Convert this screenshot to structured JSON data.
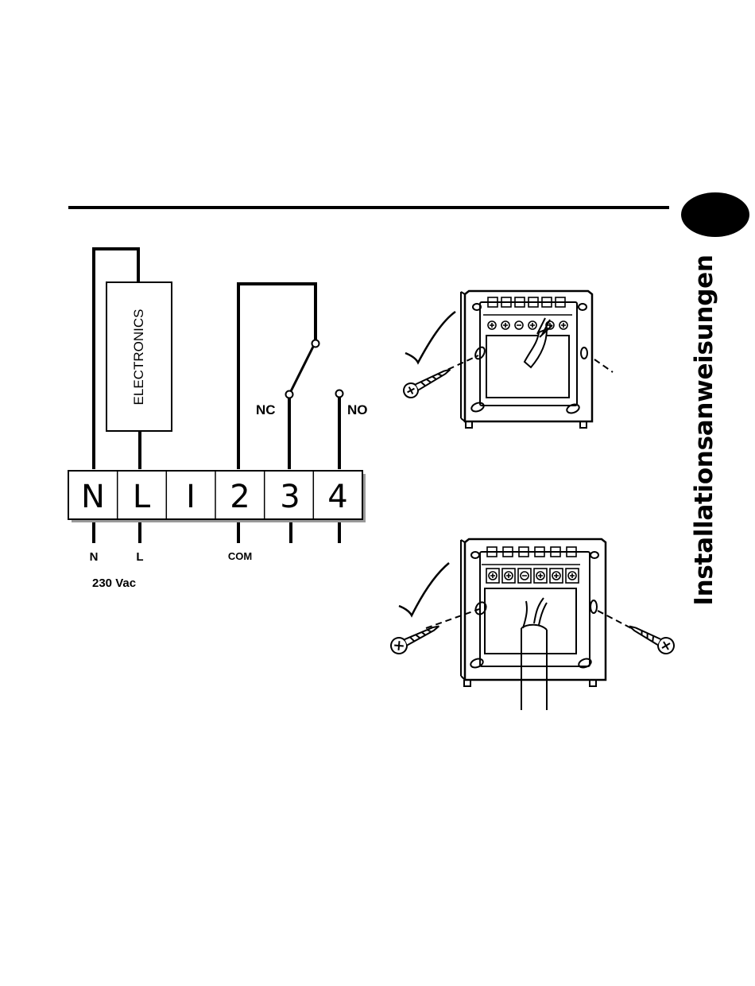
{
  "header": {
    "side_title": "Installationsanweisungen"
  },
  "wiring": {
    "electronics_label": "ELECTRONICS",
    "terminals": [
      "N",
      "L",
      "I",
      "2",
      "3",
      "4"
    ],
    "contact_labels": {
      "nc": "NC",
      "no": "NO"
    },
    "bottom_labels": {
      "n": "N",
      "l": "L",
      "com": "COM"
    },
    "supply_voltage": "230 Vac"
  }
}
